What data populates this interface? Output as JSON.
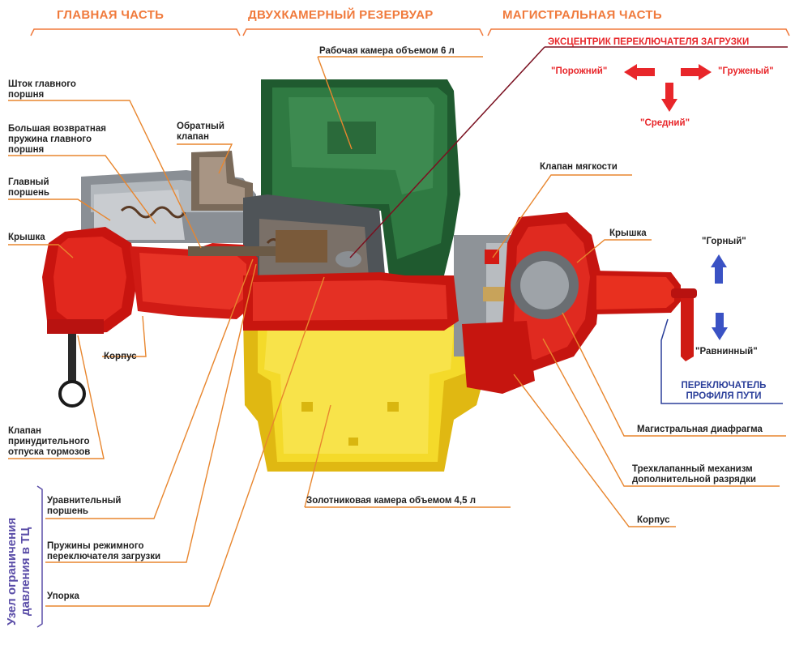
{
  "sections": {
    "main_part": "ГЛАВНАЯ ЧАСТЬ",
    "reservoir": "ДВУХКАМЕРНЫЙ РЕЗЕРВУАР",
    "line_part": "МАГИСТРАЛЬНАЯ ЧАСТЬ"
  },
  "labels": {
    "work_chamber": "Рабочая камера объемом 6 л",
    "rod_1": "Шток главного",
    "rod_2": "поршня",
    "spring_1": "Большая возвратная",
    "spring_2": "пружина главного",
    "spring_3": "поршня",
    "check_valve_1": "Обратный",
    "check_valve_2": "клапан",
    "main_piston_1": "Главный",
    "main_piston_2": "поршень",
    "cover_left": "Крышка",
    "body_left": "Корпус",
    "release_valve_1": "Клапан",
    "release_valve_2": "принудительного",
    "release_valve_3": "отпуска тормозов",
    "soft_valve": "Клапан мягкости",
    "cover_right": "Крышка",
    "main_diaphragm": "Магистральная диафрагма",
    "three_valve_1": "Трехклапанный механизм",
    "three_valve_2": "дополнительной разрядки",
    "body_right": "Корпус",
    "spool_chamber": "Золотниковая камера объемом 4,5 л",
    "eq_piston_1": "Уравнительный",
    "eq_piston_2": "поршень",
    "mode_springs_1": "Пружины режимного",
    "mode_springs_2": "переключателя загрузки",
    "stop": "Упорка",
    "pressure_limit_1": "Узел ограничения",
    "pressure_limit_2": "давления в ТЦ"
  },
  "load_switch": {
    "title": "ЭКСЦЕНТРИК ПЕРЕКЛЮЧАТЕЛЯ ЗАГРУЗКИ",
    "empty": "\"Порожний\"",
    "loaded": "\"Груженый\"",
    "medium": "\"Средний\""
  },
  "profile_switch": {
    "mountain": "\"Горный\"",
    "plain": "\"Равнинный\"",
    "title_1": "ПЕРЕКЛЮЧАТЕЛЬ",
    "title_2": "ПРОФИЛЯ ПУТИ"
  },
  "colors": {
    "section_orange": "#f07a3c",
    "leader_orange": "#e8862e",
    "accent_red": "#e8262a",
    "accent_blue": "#2b3f9a",
    "body_red": "#d41a14",
    "chamber_green": "#2f6e3e",
    "chamber_yellow": "#f2d21e",
    "dark_red_line": "#7a1020"
  }
}
